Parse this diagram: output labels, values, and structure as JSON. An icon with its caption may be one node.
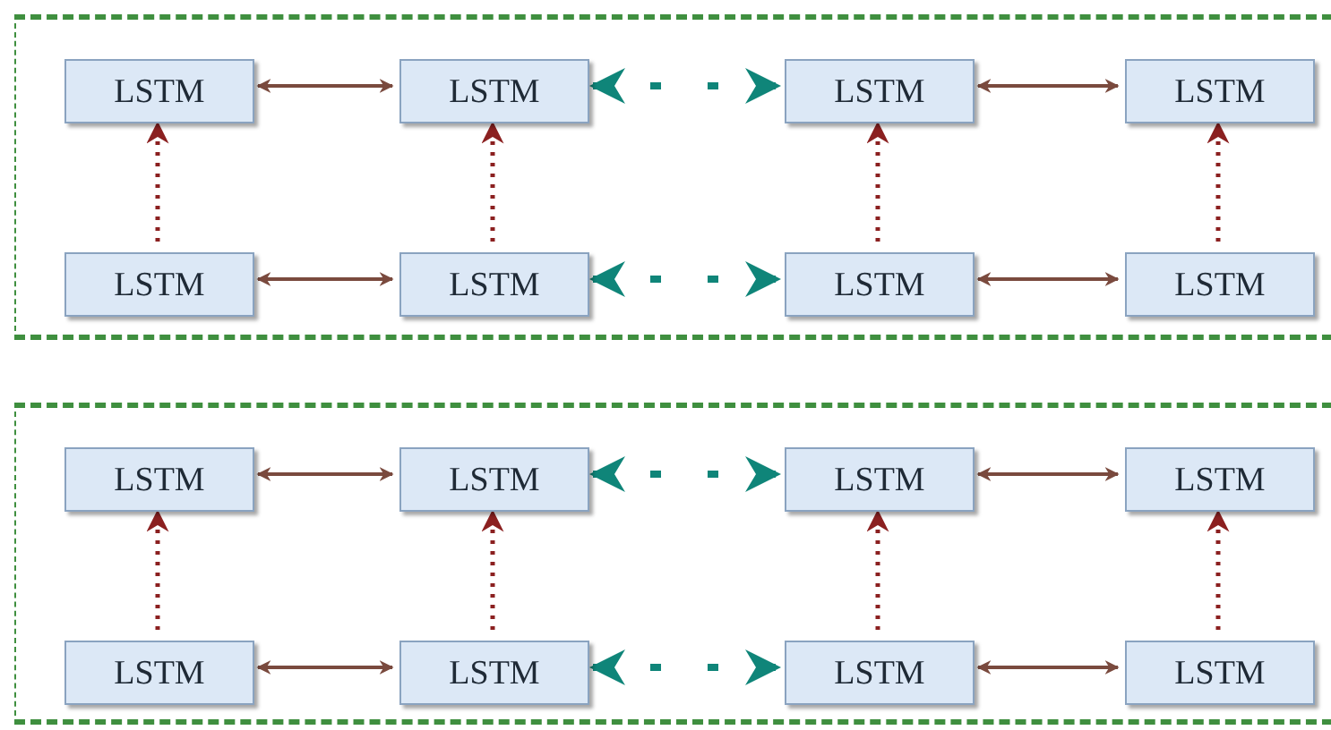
{
  "diagram": {
    "nodes": [
      {
        "text": [],
        "shape": "box"
      },
      {
        "text": [
          "LSTM"
        ],
        "in": 0
      },
      {
        "text": [
          "LSTM"
        ],
        "in": 0
      },
      {
        "text": [
          "LSTM"
        ],
        "in": 0
      },
      {
        "text": [
          "LSTM"
        ],
        "in": 0
      },
      {
        "text": [
          "LSTM"
        ],
        "in": 0
      },
      {
        "text": [
          "LSTM"
        ],
        "in": 0
      },
      {
        "text": [
          "LSTM"
        ],
        "in": 0
      },
      {
        "text": [
          "LSTM"
        ],
        "in": 0
      },
      {
        "text": [],
        "shape": "box"
      },
      {
        "text": [
          "LSTM"
        ],
        "in": 9
      },
      {
        "text": [
          "LSTM"
        ],
        "in": 9
      },
      {
        "text": [
          "LSTM"
        ],
        "in": 9
      },
      {
        "text": [
          "LSTM"
        ],
        "in": 9
      },
      {
        "text": [
          "LSTM"
        ],
        "in": 9
      },
      {
        "text": [
          "LSTM"
        ],
        "in": 9
      },
      {
        "text": [
          "LSTM"
        ],
        "in": 9
      },
      {
        "text": [
          "LSTM"
        ],
        "in": 9
      }
    ],
    "edges": [
      {
        "from": 1,
        "to": 2,
        "arrow": "both"
      },
      {
        "from": 2,
        "to": 3,
        "arrow": "both",
        "style": "dashed",
        "color": "#0f8579"
      },
      {
        "from": 3,
        "to": 4,
        "arrow": "both"
      },
      {
        "from": 5,
        "to": 1,
        "arrow": "to",
        "style": "dashed",
        "color": "#8b2020"
      },
      {
        "from": 6,
        "to": 2,
        "arrow": "to",
        "style": "dashed",
        "color": "#8b2020"
      },
      {
        "from": 7,
        "to": 3,
        "arrow": "to",
        "style": "dashed",
        "color": "#8b2020"
      },
      {
        "from": 8,
        "to": 4,
        "arrow": "to",
        "style": "dashed",
        "color": "#8b2020"
      },
      {
        "from": 5,
        "to": 6,
        "arrow": "both"
      },
      {
        "from": 6,
        "to": 7,
        "arrow": "both",
        "style": "dashed",
        "color": "#0f8579"
      },
      {
        "from": 7,
        "to": 8,
        "arrow": "both"
      },
      {
        "from": 10,
        "to": 11,
        "arrow": "both"
      },
      {
        "from": 11,
        "to": 12,
        "arrow": "both",
        "style": "dashed",
        "color": "#0f8579"
      },
      {
        "from": 12,
        "to": 13,
        "arrow": "both"
      },
      {
        "from": 14,
        "to": 10,
        "arrow": "to",
        "style": "dashed",
        "color": "#8b2020"
      },
      {
        "from": 15,
        "to": 11,
        "arrow": "to",
        "style": "dashed",
        "color": "#8b2020"
      },
      {
        "from": 16,
        "to": 12,
        "arrow": "to",
        "style": "dashed",
        "color": "#8b2020"
      },
      {
        "from": 17,
        "to": 13,
        "arrow": "to",
        "style": "dashed",
        "color": "#8b2020"
      },
      {
        "from": 14,
        "to": 15,
        "arrow": "both"
      },
      {
        "from": 15,
        "to": 16,
        "arrow": "both",
        "style": "dashed",
        "color": "#0f8579"
      },
      {
        "from": 16,
        "to": 17,
        "arrow": "both"
      }
    ]
  }
}
